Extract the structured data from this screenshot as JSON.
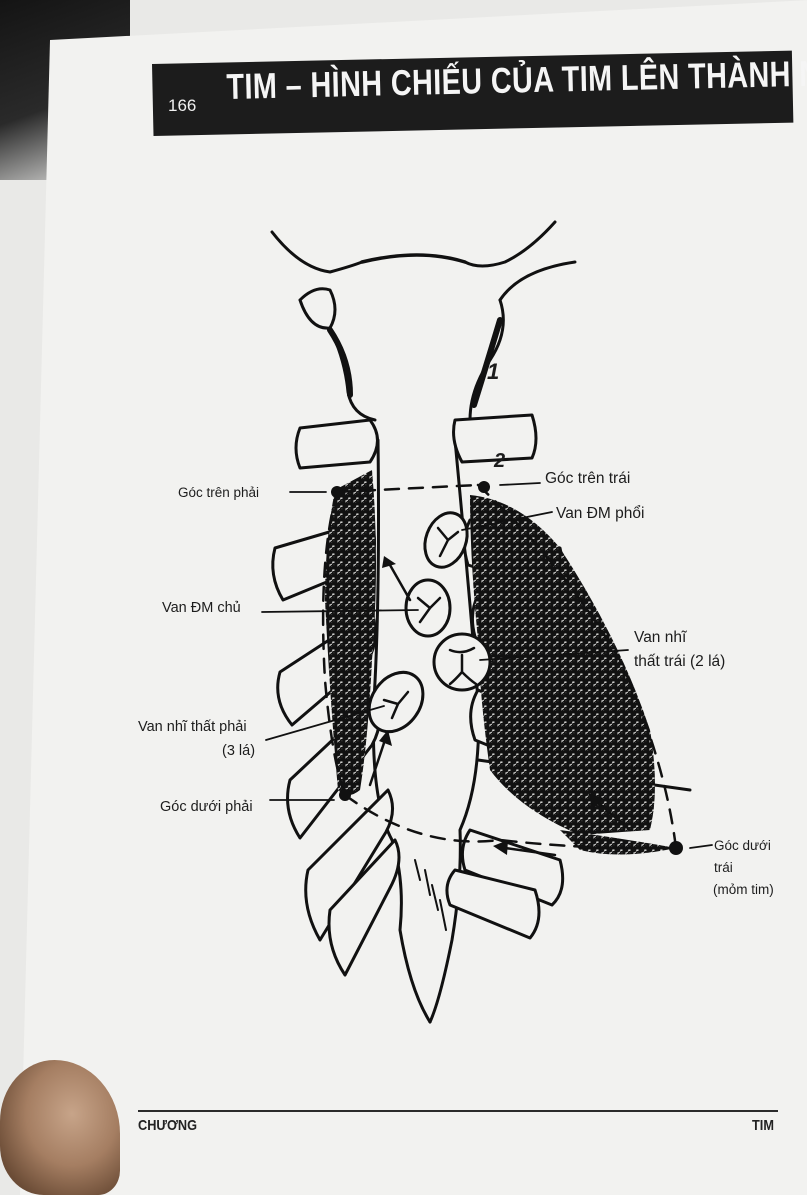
{
  "header": {
    "page_number": "166",
    "title": "TIM – HÌNH CHIẾU CỦA TIM LÊN THÀNH NGỰC"
  },
  "figure": {
    "rib_numbers": [
      "1",
      "2"
    ],
    "labels": {
      "goc_tren_phai": "Góc trên phải",
      "goc_tren_trai": "Góc trên trái",
      "van_dm_phoi": "Van ĐM phổi",
      "van_dm_chu": "Van ĐM chủ",
      "van_nhi_that_trai_1": "Van nhĩ",
      "van_nhi_that_trai_2": "thất trái (2 lá)",
      "van_nhi_that_phai_1": "Van nhĩ thất phải",
      "van_nhi_that_phai_2": "(3 lá)",
      "goc_duoi_phai": "Góc dưới phải",
      "goc_duoi_trai_1": "Góc dưới",
      "goc_duoi_trai_2": "trái",
      "goc_duoi_trai_3": "(mỏm tim)"
    }
  },
  "footer": {
    "left": "CHƯƠNG",
    "right": "TIM"
  }
}
